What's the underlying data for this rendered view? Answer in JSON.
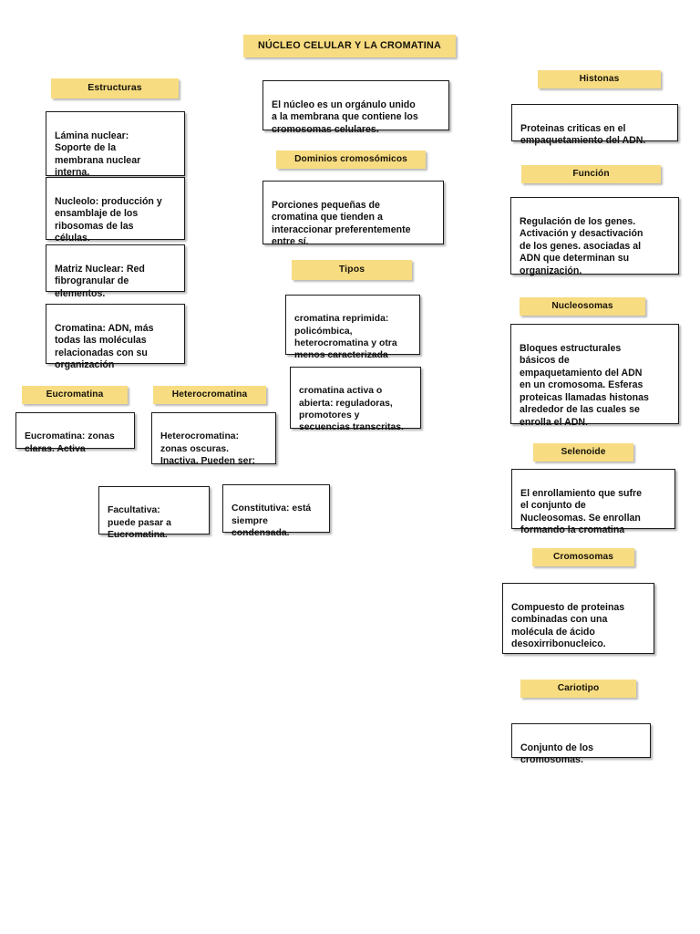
{
  "meta": {
    "accent_yellow": "#f7dc82",
    "box_border": "#1a1a1a",
    "background": "#ffffff"
  },
  "title": {
    "label": "NÚCLEO CELULAR Y LA CROMATINA"
  },
  "columns": {
    "left": {
      "heading": "Estructuras",
      "boxes": [
        {
          "text": "Lámina nuclear:\nSoporte de la\nmembrana nuclear\ninterna."
        },
        {
          "text": "Nucleolo: producción y\nensamblaje de los\nribosomas de las\ncélulas."
        },
        {
          "text": "Matriz Nuclear: Red\nfibrogranular de\nelementos."
        },
        {
          "text": "Cromatina:  ADN, más\ntodas las moléculas\nrelacionadas con su\norganización"
        }
      ],
      "eucromatina": {
        "heading": "Eucromatina",
        "text": "Eucromatina: zonas\nclaras. Activa"
      },
      "heterocromatina": {
        "heading": "Heterocromatina",
        "text": "Heterocromatina:\nzonas oscuras.\nInactiva. Pueden ser:"
      },
      "subtypes": [
        {
          "text": "Facultativa:\npuede pasar a\nEucromatina."
        },
        {
          "text": "Constitutiva: está\nsiempre\ncondensada."
        }
      ]
    },
    "center": {
      "intro": "El núcleo es un orgánulo unido\na la membrana que contiene los\ncromosomas celulares.",
      "dominios": {
        "heading": "Dominios cromosómicos",
        "text": "Porciones pequeñas de\ncromatina que tienden a\ninteraccionar preferentemente\nentre sí."
      },
      "tipos": {
        "heading": "Tipos",
        "boxes": [
          {
            "text": "cromatina reprimida:\npolicómbica,\nheterocromatina y otra\nmenos caracterizada"
          },
          {
            "text": "cromatina activa o\nabierta: reguladoras,\npromotores y\nsecuencias transcritas."
          }
        ]
      }
    },
    "right": {
      "sections": [
        {
          "heading": "Histonas",
          "text": "Proteinas criticas en el\nempaquetamiento del ADN."
        },
        {
          "heading": "Función",
          "text": "Regulación de los genes.\nActivación y desactivación\nde los genes. asociadas al\nADN que determinan su\norganización."
        },
        {
          "heading": "Nucleosomas",
          "text": "Bloques estructurales\nbásicos de\nempaquetamiento del ADN\nen un cromosoma. Esferas\nproteicas llamadas histonas\nalrededor de las cuales se\nenrolla el ADN."
        },
        {
          "heading": "Selenoide",
          "text": "El enrollamiento que sufre\nel conjunto de\nNucleosomas. Se enrollan\nformando la cromatina"
        },
        {
          "heading": "Cromosomas",
          "text": "Compuesto de proteinas\ncombinadas con una\nmolécula de ácido\ndesoxirribonucleico."
        },
        {
          "heading": "Cariotipo",
          "text": "Conjunto de los\ncromosomas."
        }
      ]
    }
  }
}
